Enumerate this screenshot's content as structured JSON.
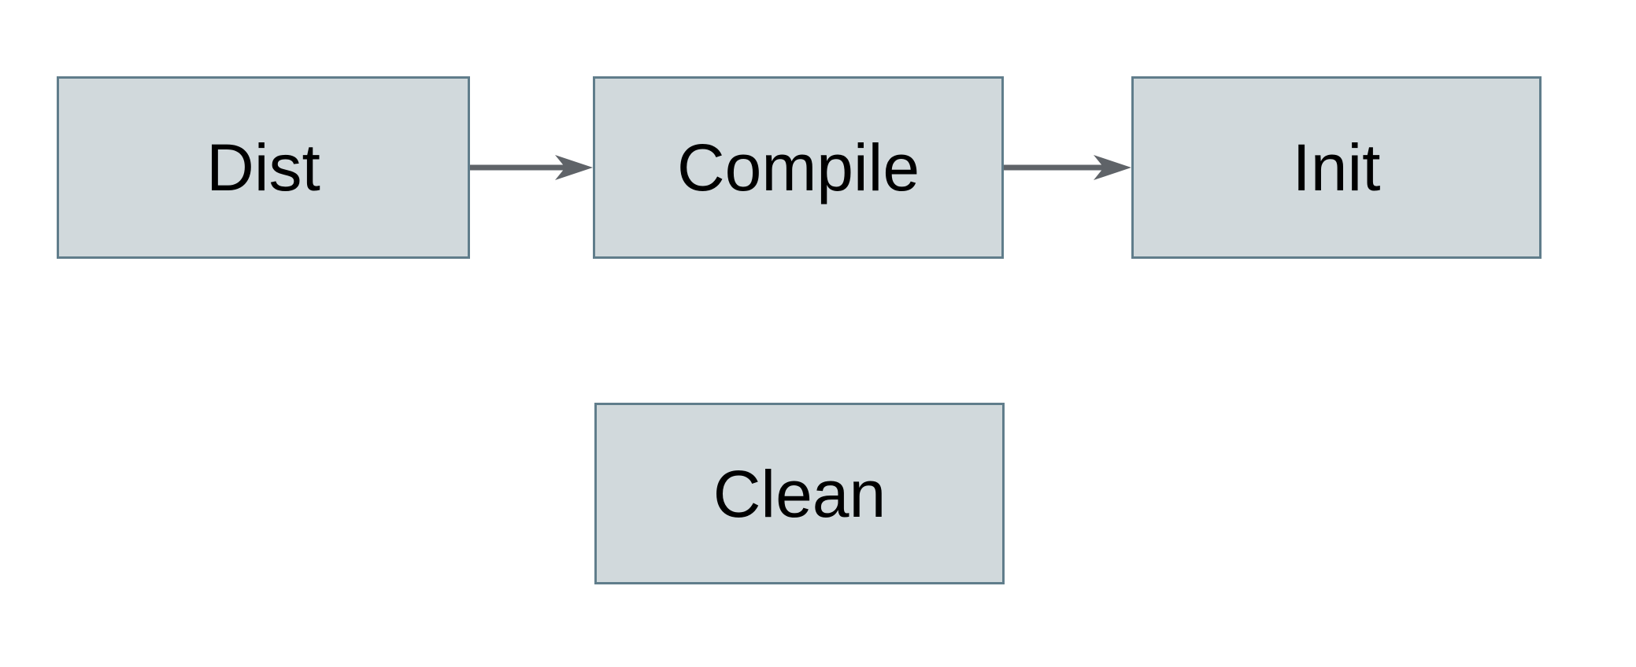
{
  "diagram": {
    "title": "build-targets-flowchart",
    "nodes": [
      {
        "id": "dist",
        "label": "Dist"
      },
      {
        "id": "compile",
        "label": "Compile"
      },
      {
        "id": "init",
        "label": "Init"
      },
      {
        "id": "clean",
        "label": "Clean"
      }
    ],
    "edges": [
      {
        "from": "Dist",
        "to": "Compile"
      },
      {
        "from": "Compile",
        "to": "Init"
      }
    ],
    "colors": {
      "node_fill": "#d1d9dc",
      "node_border": "#607d8b",
      "arrow": "#5f6368",
      "label": "#000000",
      "background": "#ffffff"
    }
  }
}
